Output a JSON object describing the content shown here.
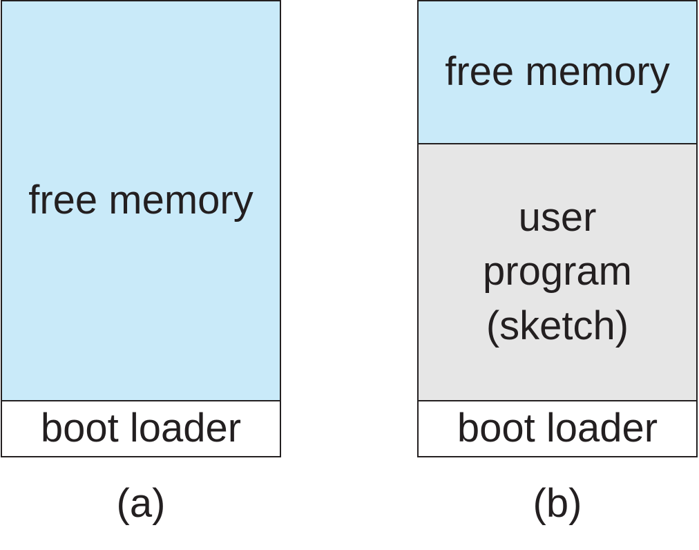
{
  "diagram_a": {
    "regions": [
      {
        "label": "free memory",
        "kind": "free",
        "color": "#c9eaf9"
      },
      {
        "label": "boot loader",
        "kind": "boot",
        "color": "#ffffff"
      }
    ],
    "caption": "(a)"
  },
  "diagram_b": {
    "regions": [
      {
        "label": "free memory",
        "kind": "free",
        "color": "#c9eaf9"
      },
      {
        "label": "user\nprogram\n(sketch)",
        "kind": "user",
        "color": "#e6e6e6"
      },
      {
        "label": "boot loader",
        "kind": "boot",
        "color": "#ffffff"
      }
    ],
    "caption": "(b)"
  }
}
